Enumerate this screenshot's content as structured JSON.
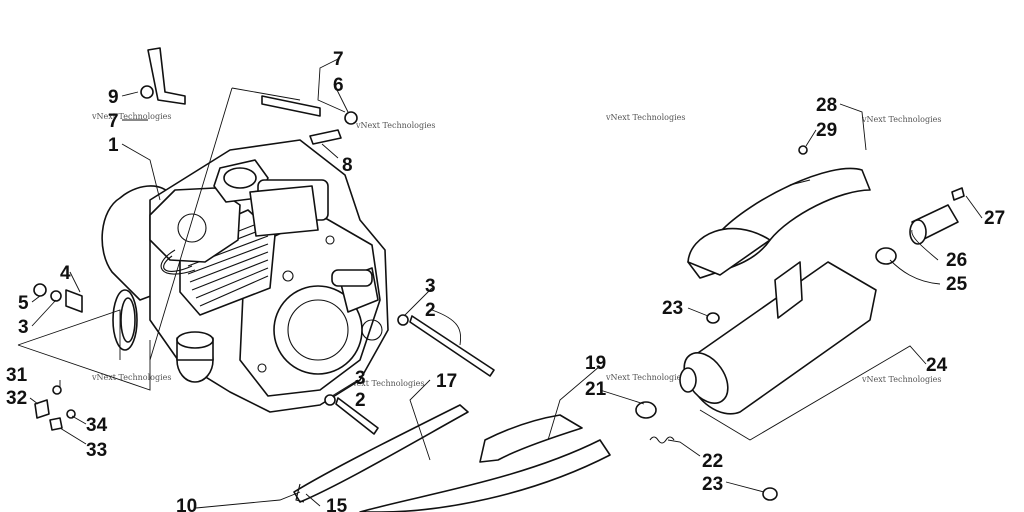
{
  "watermark": "vNext Technologies",
  "callouts": {
    "c1": "1",
    "c2a": "2",
    "c2b": "2",
    "c3a": "3",
    "c3b": "3",
    "c3c": "3",
    "c4": "4",
    "c5": "5",
    "c6": "6",
    "c7a": "7",
    "c7b": "7",
    "c8": "8",
    "c9": "9",
    "c10": "10",
    "c15": "15",
    "c17": "17",
    "c19": "19",
    "c21": "21",
    "c22": "22",
    "c23a": "23",
    "c23b": "23",
    "c24": "24",
    "c25": "25",
    "c26": "26",
    "c27": "27",
    "c28": "28",
    "c29": "29",
    "c31": "31",
    "c32": "32",
    "c33": "33",
    "c34": "34"
  }
}
